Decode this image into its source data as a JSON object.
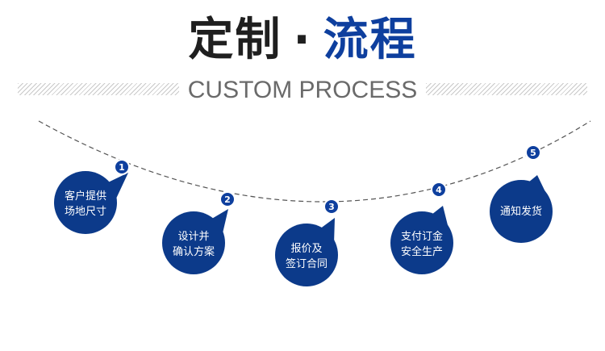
{
  "title": {
    "part1": "定制",
    "separator": "·",
    "part2": "流程"
  },
  "subtitle": "CUSTOM PROCESS",
  "colors": {
    "accent": "#0e3f9e",
    "dark": "#1f1f1f",
    "step_fill": "#0c3a8a",
    "muted": "#6a6a6a"
  },
  "steps": [
    {
      "number": "1",
      "line1": "客户提供",
      "line2": "场地尺寸"
    },
    {
      "number": "2",
      "line1": "设计并",
      "line2": "确认方案"
    },
    {
      "number": "3",
      "line1": "报价及",
      "line2": "签订合同"
    },
    {
      "number": "4",
      "line1": "支付订金",
      "line2": "安全生产"
    },
    {
      "number": "5",
      "line1": "通知发货",
      "line2": ""
    }
  ]
}
